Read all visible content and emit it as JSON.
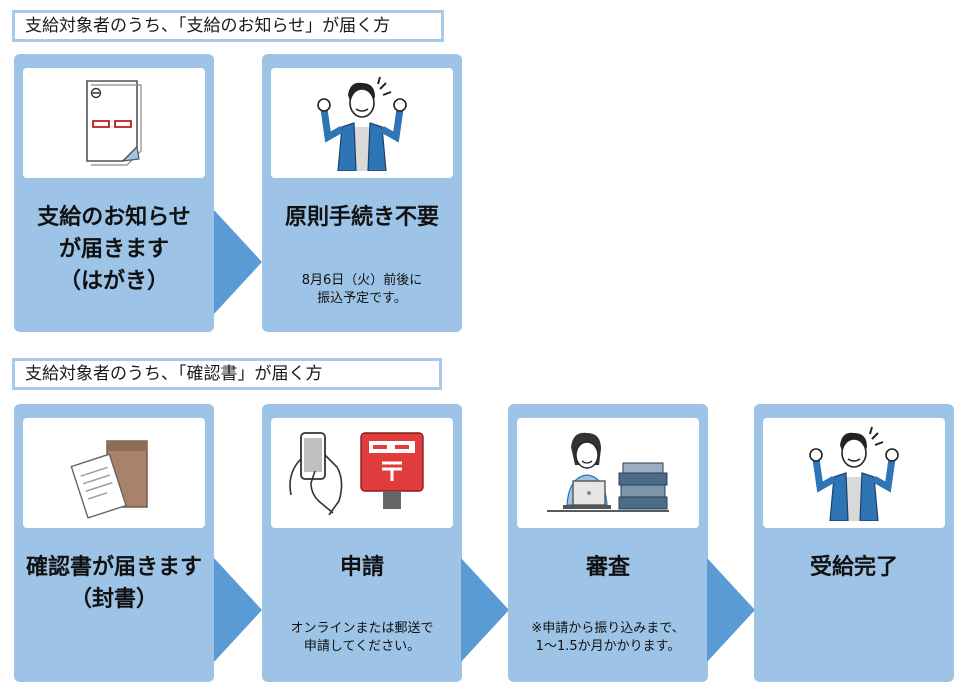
{
  "sections": [
    {
      "label": "支給対象者のうち、「支給のお知らせ」が届く方",
      "cards": [
        {
          "title": [
            "支給のお知らせ",
            "が届きます",
            "（はがき）"
          ],
          "icon": "postcard-icon"
        },
        {
          "title": [
            "原則手続き不要"
          ],
          "note": [
            "8月6日（火）前後に",
            "振込予定です。"
          ],
          "icon": "happy-person-icon"
        }
      ]
    },
    {
      "label": "支給対象者のうち、「確認書」が届く方",
      "cards": [
        {
          "title": [
            "確認書が届きます",
            "（封書）"
          ],
          "icon": "envelope-document-icon"
        },
        {
          "title": [
            "申請"
          ],
          "note": [
            "オンラインまたは郵送で",
            "申請してください。"
          ],
          "icon": "smartphone-mailbox-icon"
        },
        {
          "title": [
            "審査"
          ],
          "note": [
            "※申請から振り込みまで、",
            "1～1.5か月かかります。"
          ],
          "icon": "review-clerk-icon"
        },
        {
          "title": [
            "受給完了"
          ],
          "icon": "happy-person-icon"
        }
      ]
    }
  ],
  "colors": {
    "card": "#9dc3e6",
    "arrow": "#5b9bd5",
    "label_border": "#a9c9e8",
    "stamp_red": "#c00000"
  }
}
